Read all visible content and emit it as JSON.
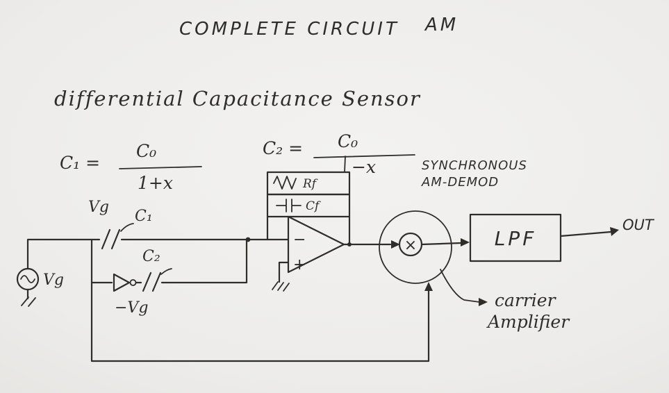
{
  "meta": {
    "ink_color": "#2f2d29",
    "paper_color": "#edecea"
  },
  "title": {
    "main": "COMPLETE CIRCUIT",
    "suffix": "AM"
  },
  "subtitle": "differential Capacitance Sensor",
  "formulas": {
    "c1": {
      "lhs": "C₁ =",
      "numerator": "C₀",
      "denominator": "1+x"
    },
    "c2": {
      "lhs": "C₂ =",
      "numerator": "C₀",
      "denominator": "−x"
    }
  },
  "labels": {
    "sync_line1": "SYNCHRONOUS",
    "sync_line2": "AM-DEMOD",
    "rf": "Rf",
    "cf": "Cf",
    "c1": "C₁",
    "c2": "C₂",
    "vg_top": "Vg",
    "vg_source": "Vg",
    "vg_neg": "−Vg",
    "opamp_minus": "−",
    "opamp_plus": "+",
    "multiplier": "×",
    "lpf": "LPF",
    "out": "OUT",
    "carrier_line1": "carrier",
    "carrier_line2": "Amplifier"
  }
}
